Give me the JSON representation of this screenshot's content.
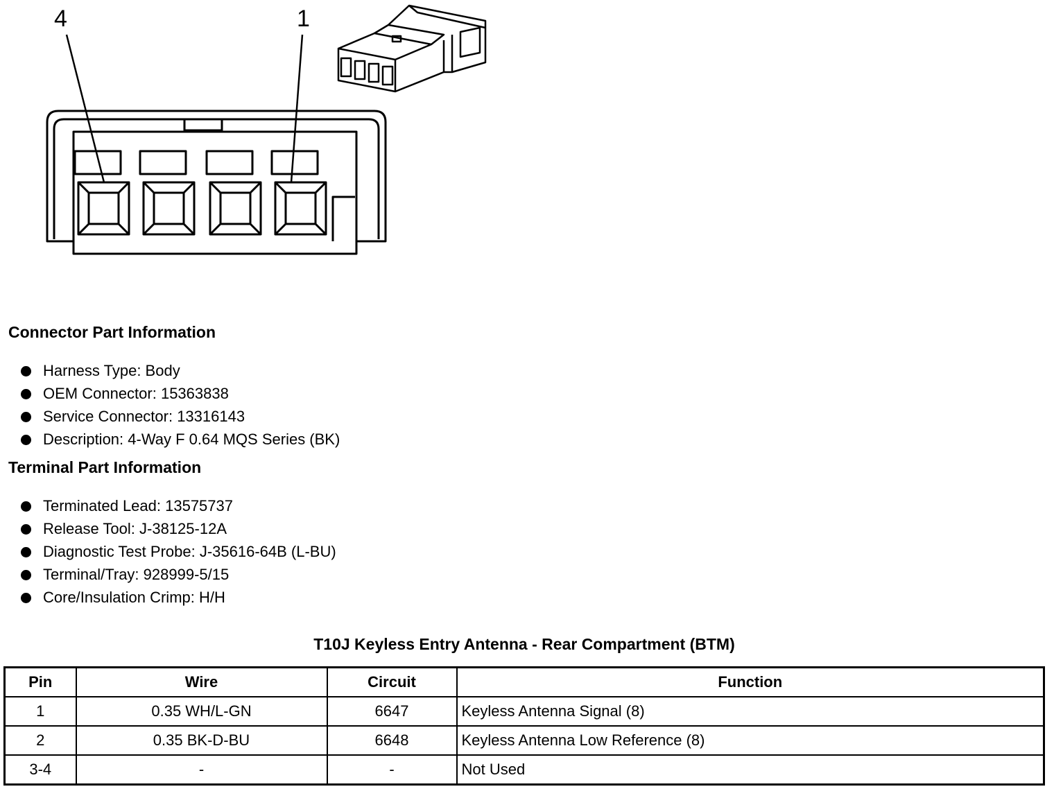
{
  "diagram": {
    "callouts": [
      "4",
      "1"
    ],
    "icons": [
      "connector-face-view",
      "connector-isometric-view"
    ]
  },
  "connector_info": {
    "title": "Connector Part Information",
    "items": [
      "Harness Type: Body",
      "OEM Connector: 15363838",
      "Service Connector: 13316143",
      "Description: 4-Way F 0.64 MQS Series (BK)"
    ]
  },
  "terminal_info": {
    "title": "Terminal Part Information",
    "items": [
      "Terminated Lead: 13575737",
      "Release Tool: J-38125-12A",
      "Diagnostic Test Probe: J-35616-64B (L-BU)",
      "Terminal/Tray: 928999-5/15",
      "Core/Insulation Crimp: H/H"
    ]
  },
  "table": {
    "title": "T10J Keyless Entry Antenna - Rear Compartment (BTM)",
    "headers": [
      "Pin",
      "Wire",
      "Circuit",
      "Function"
    ],
    "rows": [
      [
        "1",
        "0.35 WH/L-GN",
        "6647",
        "Keyless Antenna Signal (8)"
      ],
      [
        "2",
        "0.35 BK-D-BU",
        "6648",
        "Keyless Antenna Low Reference (8)"
      ],
      [
        "3-4",
        "-",
        "-",
        "Not Used"
      ]
    ]
  }
}
